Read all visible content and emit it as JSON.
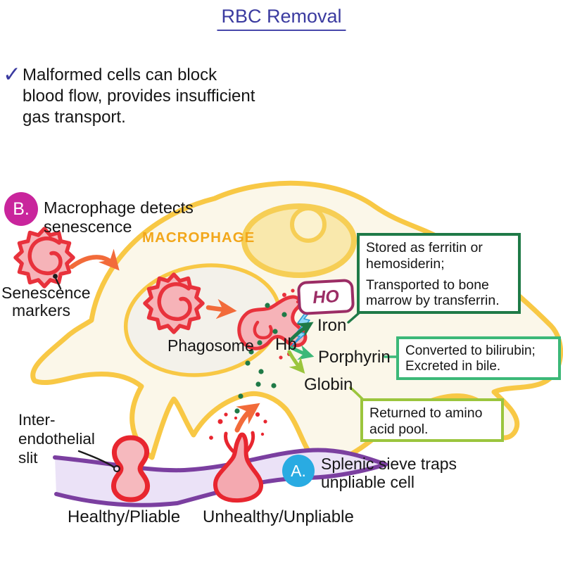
{
  "title": "RBC Removal",
  "note": {
    "check_icon": "✓",
    "lines": [
      "Malformed cells can block",
      "blood flow, provides insufficient",
      "gas transport."
    ]
  },
  "step_b": {
    "badge": "B.",
    "lines": [
      "Macrophage detects",
      "senescence"
    ]
  },
  "step_a": {
    "badge": "A.",
    "lines": [
      "Splenic sieve traps",
      "unpliable cell"
    ]
  },
  "macrophage_label": "MACROPHAGE",
  "phagosome_label": "Phagosome",
  "senescence_markers": {
    "lines": [
      "Senescence",
      "markers"
    ]
  },
  "interendothelial_slit": {
    "lines": [
      "Inter-",
      "endothelial",
      "slit"
    ]
  },
  "enzyme_ho": "HO",
  "hb_label": "Hb",
  "products": {
    "iron": "Iron",
    "porphyrin": "Porphyrin",
    "globin": "Globin"
  },
  "fate_boxes": {
    "iron": {
      "lines": [
        "Stored as ferritin or",
        "hemosiderin;",
        "Transported to bone",
        "marrow by transferrin."
      ]
    },
    "porphyrin": {
      "lines": [
        "Converted to bilirubin;",
        "Excreted in bile."
      ]
    },
    "globin": {
      "lines": [
        "Returned to amino",
        "acid pool."
      ]
    }
  },
  "vessel_labels": {
    "healthy": "Healthy/Pliable",
    "unhealthy": "Unhealthy/Unpliable"
  },
  "icons": {
    "checkmark": "✓",
    "lightning": "heme-oxygenase-reaction",
    "green_dots": "digestion-particles"
  },
  "colors": {
    "title_blue": "#3B3BA0",
    "membrane_yellow": "#F8C845",
    "cytoplasm_cream": "#FBF7E9",
    "rbc_red": "#E8323C",
    "rbc_pink": "#F6B3B8",
    "arrow_orange": "#F26B3A",
    "vessel_purple": "#7B3FA0",
    "vessel_fill": "#EBE2F7",
    "badge_b_magenta": "#C9259C",
    "badge_a_blue": "#29ABE2",
    "iron_green_dark": "#1F7A47",
    "porphyrin_green": "#3CB878",
    "globin_green_light": "#9BC53D",
    "macrophage_gold": "#F2A71B",
    "ho_maroon": "#9B2D65",
    "lightning_blue": "#8ED8F8"
  }
}
